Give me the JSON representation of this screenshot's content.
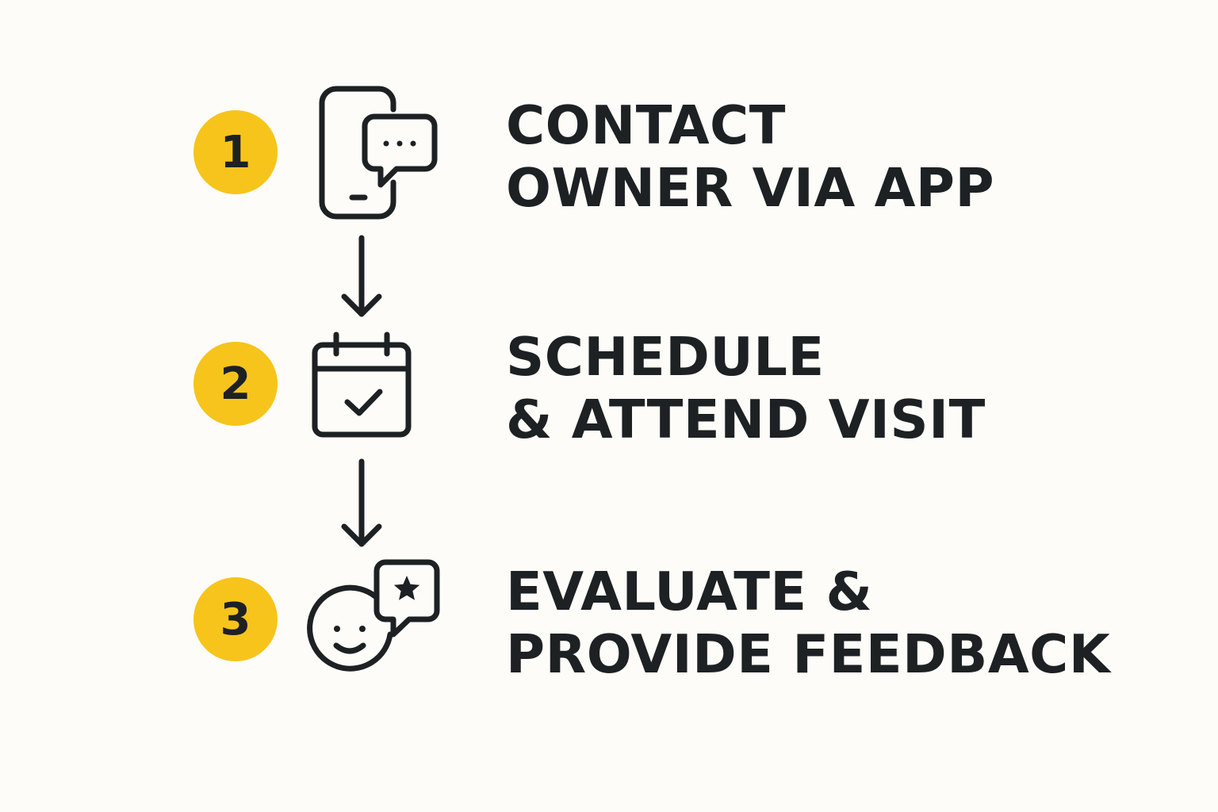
{
  "colors": {
    "background": "#fdfcf8",
    "accent": "#f7c41c",
    "ink": "#1d2124"
  },
  "steps": [
    {
      "number": "1",
      "icon": "phone-chat-icon",
      "lines": [
        "CONTACT",
        "OWNER VIA APP"
      ]
    },
    {
      "number": "2",
      "icon": "calendar-check-icon",
      "lines": [
        "SCHEDULE",
        "& ATTEND VISIT"
      ]
    },
    {
      "number": "3",
      "icon": "smiley-star-feedback-icon",
      "lines": [
        "EVALUATE &",
        "PROVIDE FEEDBACK"
      ]
    }
  ],
  "connectors": [
    "arrow-down-icon",
    "arrow-down-icon"
  ]
}
